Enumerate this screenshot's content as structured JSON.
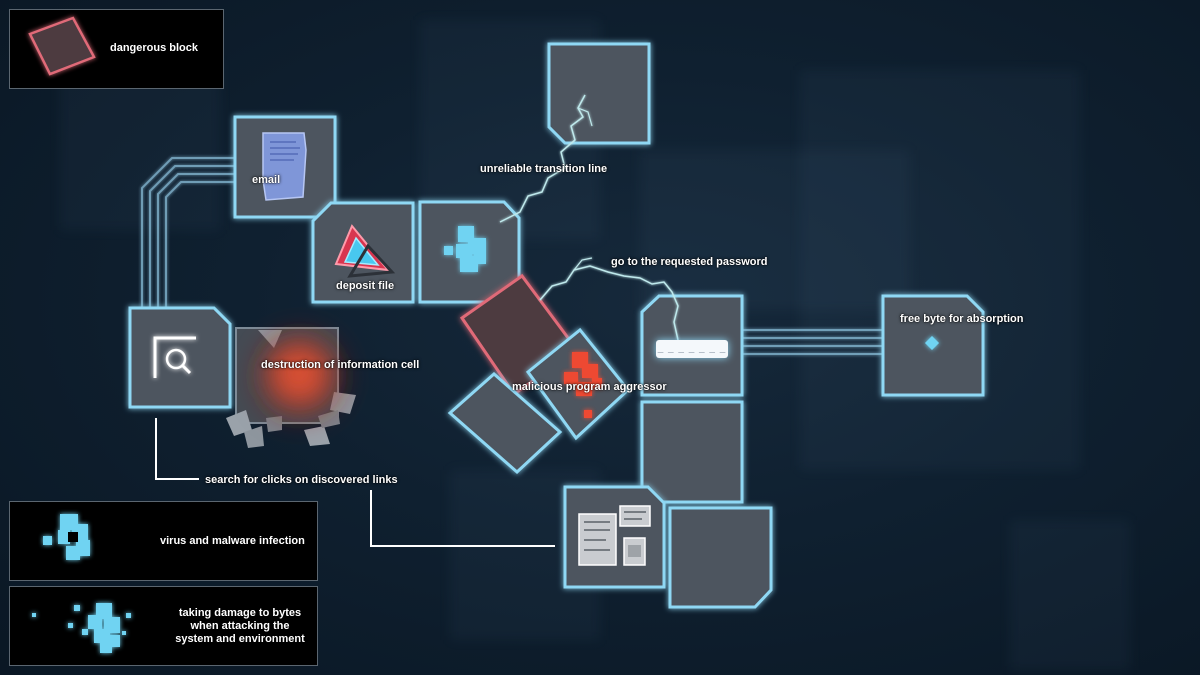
{
  "legends": {
    "dangerous_block": "dangerous block",
    "virus_infection": "virus and malware infection",
    "byte_damage": [
      "taking damage to bytes",
      "when attacking the",
      "system and environment"
    ]
  },
  "labels": {
    "email": "email",
    "deposit_file": "deposit file",
    "unreliable_line": "unreliable transition line",
    "requested_password": "go to the requested password",
    "free_byte": "free byte for absorption",
    "destruction_cell": "destruction of information cell",
    "malicious_aggressor": "malicious program aggressor",
    "search_clicks": "search for clicks on discovered links"
  },
  "password_field": "_ _ _ _ _ _ _",
  "icons": {
    "search": "magnifier-icon",
    "email": "email-document-icon",
    "deposit": "triangle-file-icon",
    "virus": "virus-cluster-icon",
    "free_byte": "diamond-byte-icon",
    "documents": "document-set-icon"
  },
  "colors": {
    "background": "#0c1a27",
    "tile_fill": "#4e555e",
    "tile_glow": "#8fd8f4",
    "danger": "#e06a78",
    "virus": "#6fd3f2",
    "malware": "#ee4a30"
  }
}
